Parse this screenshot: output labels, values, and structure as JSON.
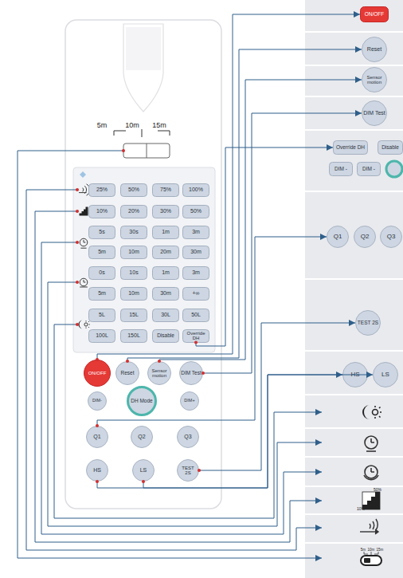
{
  "diagram": {
    "nodes": [
      {
        "text": [
          "25%"
        ]
      },
      {
        "text": [
          "50%"
        ]
      },
      {
        "text": [
          "75%"
        ]
      },
      {
        "text": [
          "100%"
        ]
      },
      {
        "text": [
          "10%"
        ]
      },
      {
        "text": [
          "20%"
        ]
      },
      {
        "text": [
          "30%"
        ]
      },
      {
        "text": [
          "50%"
        ]
      },
      {
        "text": [
          "5s"
        ]
      },
      {
        "text": [
          "30s"
        ]
      },
      {
        "text": [
          "1m"
        ]
      },
      {
        "text": [
          "3m"
        ]
      },
      {
        "text": [
          "5m"
        ]
      },
      {
        "text": [
          "10m"
        ]
      },
      {
        "text": [
          "20m"
        ]
      },
      {
        "text": [
          "30m"
        ]
      },
      {
        "text": [
          "0s"
        ]
      },
      {
        "text": [
          "10s"
        ]
      },
      {
        "text": [
          "1m"
        ]
      },
      {
        "text": [
          "3m"
        ]
      },
      {
        "text": [
          "5m"
        ]
      },
      {
        "text": [
          "10m"
        ]
      },
      {
        "text": [
          "30m"
        ]
      },
      {
        "text": [
          "+∞"
        ]
      },
      {
        "text": [
          "5L"
        ]
      },
      {
        "text": [
          "15L"
        ]
      },
      {
        "text": [
          "30L"
        ]
      },
      {
        "text": [
          "50L"
        ]
      },
      {
        "text": [
          "100L"
        ]
      },
      {
        "text": [
          "150L"
        ]
      },
      {
        "text": [
          "Disable"
        ]
      },
      {
        "text": [
          "Override DH"
        ]
      },
      {
        "text": [
          "ON/OFF"
        ]
      },
      {
        "text": [
          "Reset"
        ]
      },
      {
        "text": [
          "Sensor motion"
        ]
      },
      {
        "text": [
          "DIM Test"
        ]
      },
      {
        "text": [
          "DIM-"
        ]
      },
      {
        "text": [
          "DH Mode"
        ]
      },
      {
        "text": [
          "DIM+"
        ]
      },
      {
        "text": [
          "Q1"
        ]
      },
      {
        "text": [
          "Q2"
        ]
      },
      {
        "text": [
          "Q3"
        ]
      },
      {
        "text": [
          "HS"
        ]
      },
      {
        "text": [
          "LS"
        ]
      },
      {
        "text": [
          "TEST 2S"
        ]
      },
      {
        "text": [
          "ON/OFF"
        ]
      },
      {
        "text": [
          "Reset"
        ]
      },
      {
        "text": [
          "Sensor motion"
        ]
      },
      {
        "text": [
          "DIM Test"
        ]
      },
      {
        "text": [
          "Override DH"
        ]
      },
      {
        "text": [
          "Disable"
        ]
      },
      {
        "text": [
          "DIM -"
        ]
      },
      {
        "text": [
          "DIM -"
        ]
      },
      {
        "text": [
          "Q1"
        ]
      },
      {
        "text": [
          "Q2"
        ]
      },
      {
        "text": [
          "Q3"
        ]
      },
      {
        "text": [
          "TEST 2S"
        ]
      },
      {
        "text": [
          "HS"
        ]
      },
      {
        "text": [
          "LS"
        ]
      }
    ],
    "edges": [
      {
        "from": 32,
        "to": 45,
        "arrow": "to"
      },
      {
        "from": 33,
        "to": 46,
        "arrow": "to"
      },
      {
        "from": 34,
        "to": 47,
        "arrow": "to"
      },
      {
        "from": 35,
        "to": 48,
        "arrow": "to"
      },
      {
        "from": 31,
        "to": 49,
        "arrow": "to"
      },
      {
        "from": 39,
        "to": 53,
        "arrow": "to"
      },
      {
        "from": 44,
        "to": 56,
        "arrow": "to"
      },
      {
        "from": 42,
        "to": 57,
        "arrow": "to"
      },
      {
        "from": 43,
        "to": 58,
        "arrow": "to"
      }
    ],
    "labels": [
      "5m",
      "10m",
      "15m",
      "50%",
      "10%",
      "5m",
      "10m",
      "15m"
    ]
  }
}
